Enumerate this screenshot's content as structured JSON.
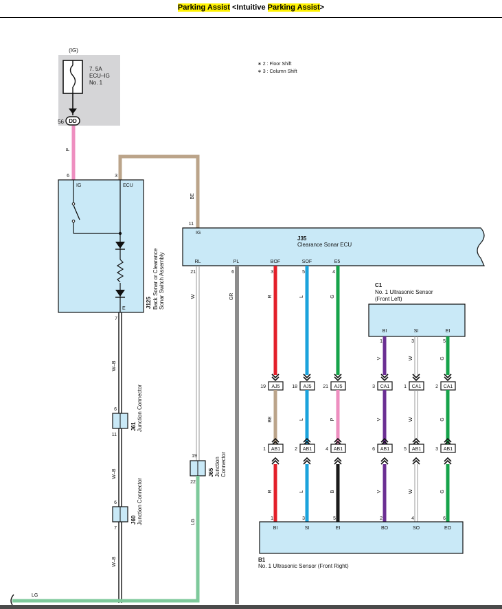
{
  "header": {
    "hl1": "Parking Assist",
    "mid": " <Intuitive ",
    "hl2": "Parking Assist",
    "end": ">"
  },
  "colors": {
    "pink": "#ee8fc0",
    "tan": "#bba48a",
    "red": "#e3202a",
    "blue": "#1ba3dc",
    "green": "#16a34a",
    "purple": "#6b2f93",
    "gray": "#8c8c8c",
    "black": "#1a1a1a",
    "lg": "#7ec99b",
    "ecu_fill": "#c9e9f7",
    "fuse_fill": "#d5d5d7",
    "header_highlight": "#fff200"
  },
  "notes": {
    "n2": "∗ 2 : Floor Shift",
    "n3": "∗ 3 : Column Shift"
  },
  "fuse": {
    "ig": "(IG)",
    "rating": "7. 5A",
    "name": "ECU–IG",
    "no": "No. 1",
    "pin": "56",
    "conn": "DD"
  },
  "j125": {
    "code": "J125",
    "desc1": "Back Sonar or Clearance",
    "desc2": "Sonar Switch Assembly",
    "pin_ig": "6",
    "lbl_ig": "IG",
    "pin_ecu": "3",
    "lbl_ecu": "ECU",
    "lbl_e": "E",
    "pin_e": "7"
  },
  "j35": {
    "code": "J35",
    "name": "Clearance Sonar ECU",
    "pin_ig": "11",
    "lbl_ig": "IG",
    "terms": [
      {
        "lbl": "RL",
        "pin": "21"
      },
      {
        "lbl": "PL",
        "pin": "6"
      },
      {
        "lbl": "BOF",
        "pin": "3"
      },
      {
        "lbl": "SOF",
        "pin": "5"
      },
      {
        "lbl": "E5",
        "pin": "4"
      }
    ]
  },
  "c1": {
    "code": "C1",
    "name": "No. 1 Ultrasonic Sensor",
    "pos": "(Front Left)",
    "terms": [
      {
        "lbl": "BI",
        "pin": "1"
      },
      {
        "lbl": "SI",
        "pin": "3"
      },
      {
        "lbl": "EI",
        "pin": "5"
      }
    ]
  },
  "b1": {
    "code": "B1",
    "name": "No. 1 Ultrasonic Sensor (Front Right)",
    "terms": [
      {
        "lbl": "BI",
        "pin": "1"
      },
      {
        "lbl": "SI",
        "pin": "3"
      },
      {
        "lbl": "EI",
        "pin": "5"
      },
      {
        "lbl": "BO",
        "pin": "2"
      },
      {
        "lbl": "SO",
        "pin": "4"
      },
      {
        "lbl": "EO",
        "pin": "6"
      }
    ]
  },
  "wires": {
    "p": "P",
    "be_top": "BE",
    "w": "W",
    "gr": "GR",
    "bof_r": "R",
    "sof_l": "L",
    "e5_g": "G",
    "mid": [
      "BE",
      "L",
      "P"
    ],
    "low": [
      "R",
      "L",
      "B"
    ],
    "c1_up": [
      "V",
      "W",
      "G"
    ],
    "c1_low": [
      "V",
      "W",
      "G"
    ],
    "wb1": "W–B",
    "wb2": "W–B",
    "wb3": "W–B",
    "lg_v": "LG",
    "lg_h": "LG"
  },
  "aj5": [
    {
      "pin": "19",
      "code": "AJ5"
    },
    {
      "pin": "18",
      "code": "AJ5"
    },
    {
      "pin": "21",
      "code": "AJ5"
    }
  ],
  "ca1": [
    {
      "pin": "3",
      "code": "CA1"
    },
    {
      "pin": "1",
      "code": "CA1"
    },
    {
      "pin": "2",
      "code": "CA1"
    }
  ],
  "ab1": [
    {
      "pin": "1",
      "code": "AB1"
    },
    {
      "pin": "2",
      "code": "AB1"
    },
    {
      "pin": "4",
      "code": "AB1"
    },
    {
      "pin": "6",
      "code": "AB1"
    },
    {
      "pin": "5",
      "code": "AB1"
    },
    {
      "pin": "3",
      "code": "AB1"
    }
  ],
  "j61": {
    "code": "J61",
    "name": "Junction Connector",
    "pin_top": "6",
    "pin_bot": "11"
  },
  "j60": {
    "code": "J60",
    "name": "Junction Connector",
    "pin_top": "6",
    "pin_bot": "7"
  },
  "j65": {
    "code": "J65",
    "name1": "Junction",
    "name2": "Connector",
    "pin_top": "19",
    "pin_bot": "22"
  }
}
